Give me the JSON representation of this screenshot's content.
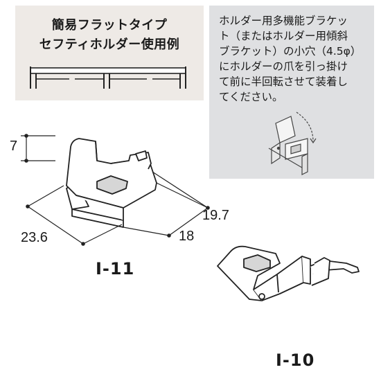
{
  "title_box": {
    "line1": "簡易フラットタイプ",
    "line2": "セフティホルダー使用例"
  },
  "note": {
    "lines": [
      "ホルダー用多機能ブラケッ",
      "ト（またはホルダー用傾斜",
      "ブラケット）の小穴（4.5φ）",
      "にホルダーの爪を引っ掛け",
      "て前に半回転させて装着し",
      "てください。"
    ]
  },
  "dimensions": {
    "height": "7",
    "depth": "23.6",
    "width_inner": "18",
    "width_outer": "19.7"
  },
  "models": {
    "left": "I-11",
    "right": "I-10"
  }
}
